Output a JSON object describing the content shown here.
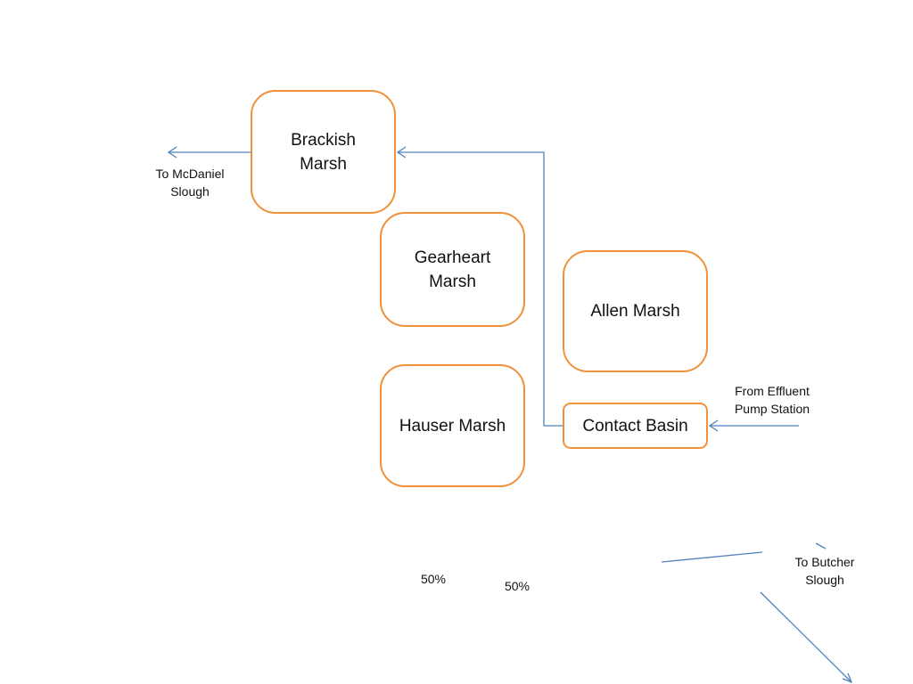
{
  "colors": {
    "node_border": "#f0913a",
    "flow_line": "#4f81bd",
    "text": "#111111"
  },
  "nodes": {
    "brackish_marsh": "Brackish Marsh",
    "gearheart_marsh": "Gearheart Marsh",
    "allen_marsh": "Allen Marsh",
    "hauser_marsh": "Hauser Marsh",
    "contact_basin": "Contact Basin"
  },
  "labels": {
    "to_mcdaniel_line1": "To McDaniel",
    "to_mcdaniel_line2": "Slough",
    "from_effluent_line1": "From Effluent",
    "from_effluent_line2": "Pump Station",
    "to_butcher_line1": "To Butcher",
    "to_butcher_line2": "Slough",
    "percent_left": "50%",
    "percent_right": "50%"
  }
}
